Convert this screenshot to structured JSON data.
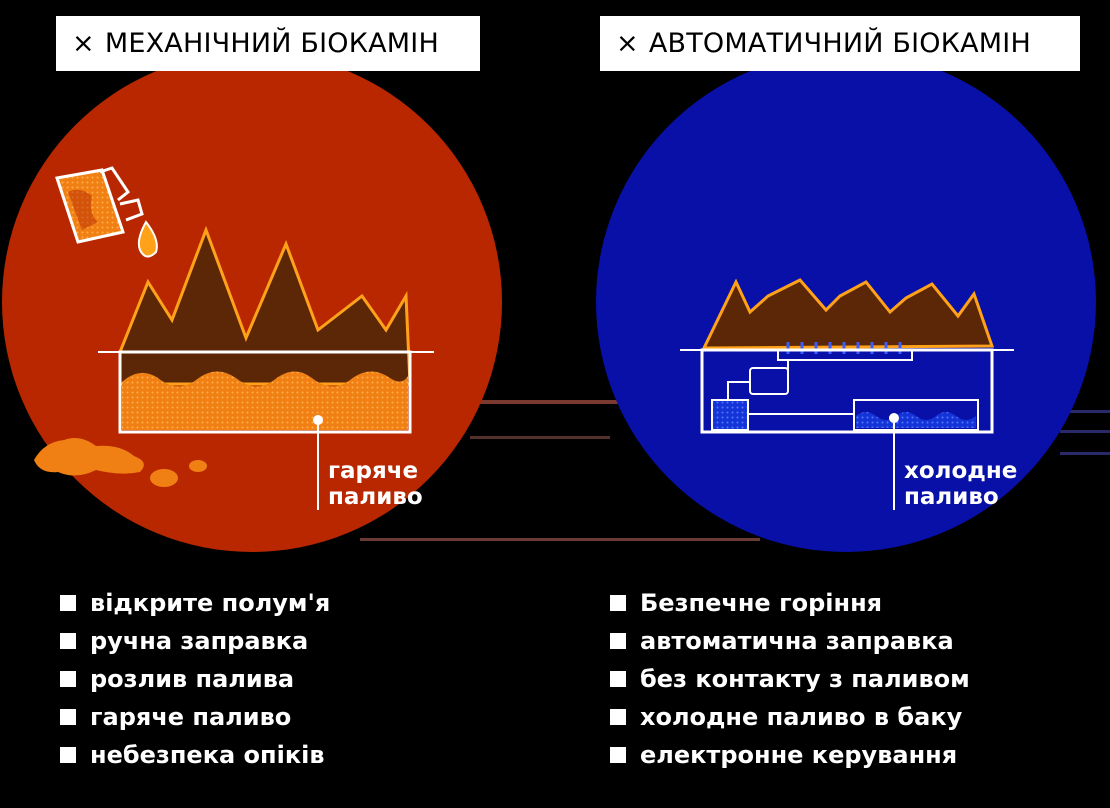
{
  "left": {
    "title_mark": "×",
    "title": "МЕХАНІЧНИЙ БІОКАМІН",
    "circle_color": "#b82700",
    "fuel_label": "гаряче\nпаливо",
    "features": [
      "відкрите полум'я",
      "ручна заправка",
      "розлив палива",
      "гаряче паливо",
      "небезпека опіків"
    ]
  },
  "right": {
    "title_mark": "×",
    "title": "АВТОМАТИЧНИЙ БІОКАМІН",
    "circle_color": "#0810a8",
    "fuel_label": "холодне\nпаливо",
    "features": [
      "Безпечне горіння",
      "автоматична заправка",
      "без контакту з паливом",
      "холодне паливо в баку",
      "електронне керування"
    ]
  },
  "colors": {
    "flame_fill": "#5c2706",
    "flame_stroke": "#ffa21a",
    "fuel_orange": "#f5841e",
    "fuel_blue": "#1a40e8",
    "outline": "#ffffff"
  }
}
